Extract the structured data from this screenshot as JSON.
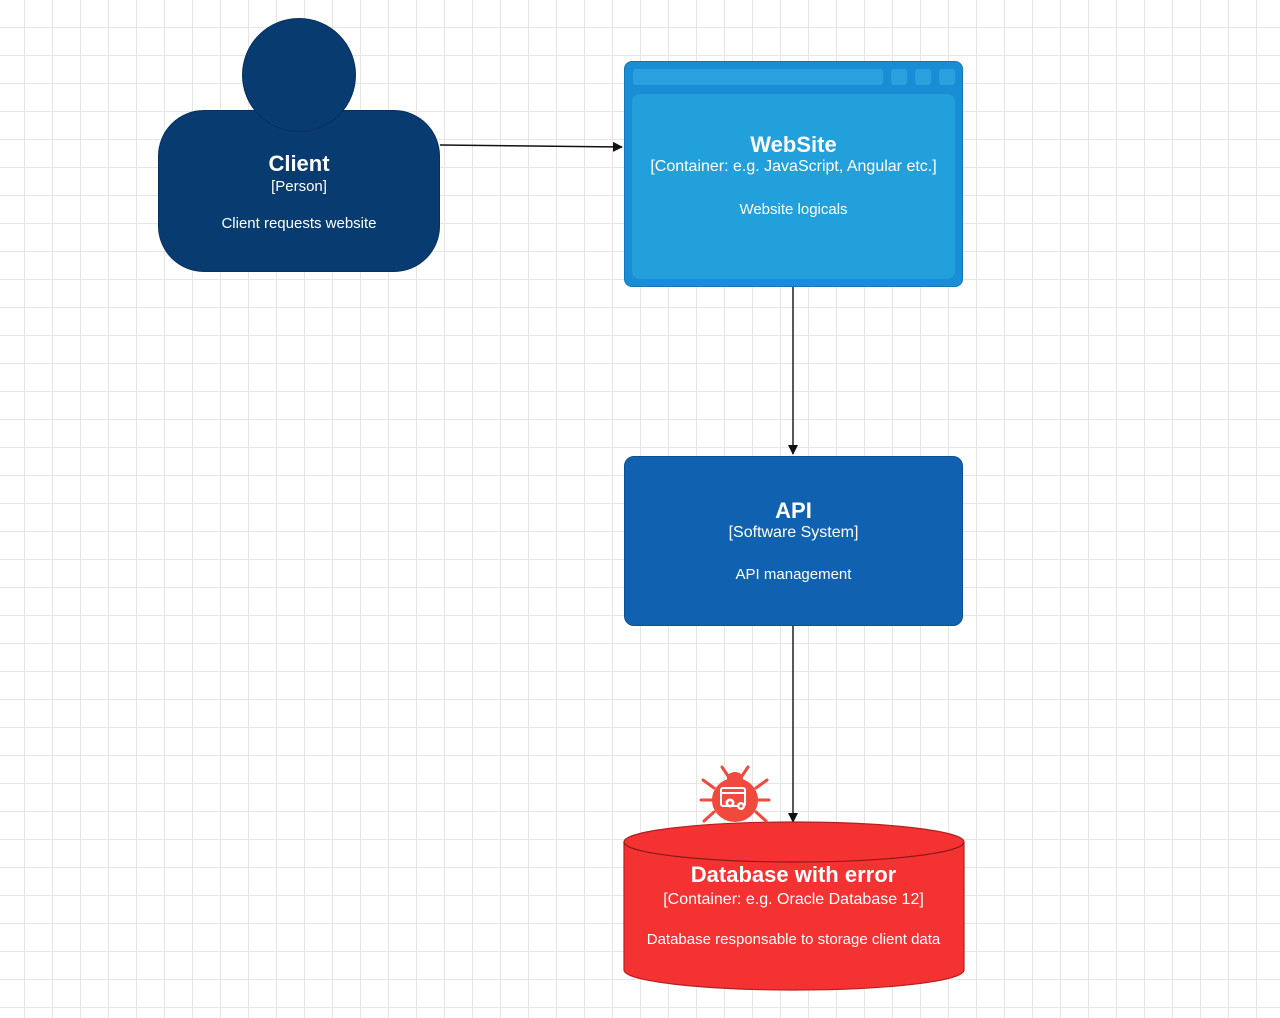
{
  "nodes": {
    "client": {
      "title": "Client",
      "type": "[Person]",
      "description": "Client requests website",
      "color": "#083b70"
    },
    "website": {
      "title": "WebSite",
      "type": "[Container: e.g. JavaScript, Angular etc.]",
      "description": "Website logicals",
      "color": "#1a8ed4"
    },
    "api": {
      "title": "API",
      "type": "[Software System]",
      "description": "API management",
      "color": "#1062b0"
    },
    "database": {
      "title": "Database with error",
      "type": "[Container: e.g. Oracle Database 12]",
      "description": "Database responsable to storage client data",
      "color": "#f53232"
    }
  },
  "edges": [
    {
      "from": "client",
      "to": "website"
    },
    {
      "from": "website",
      "to": "api"
    },
    {
      "from": "api",
      "to": "database"
    }
  ],
  "error_icon": {
    "name": "bug-icon",
    "color": "#f04a3e"
  }
}
